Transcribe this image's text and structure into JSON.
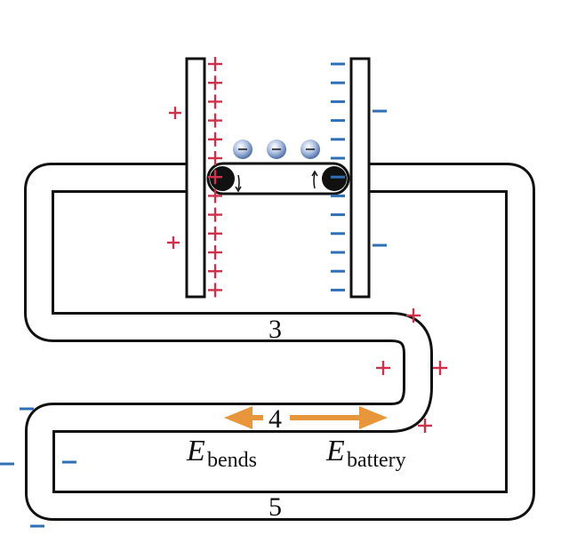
{
  "labels": {
    "section_3": "3",
    "section_4": "4",
    "section_5": "5",
    "e_bends_main": "E",
    "e_bends_sub": "bends",
    "e_battery_main": "E",
    "e_battery_sub": "battery"
  },
  "colors": {
    "wire": "#111111",
    "plate": "#ffffff",
    "positive": "#d0314a",
    "negative": "#2f6fb6",
    "field_arrow": "#e8963c",
    "electron_fill": "#a9bde0"
  },
  "icons": {
    "electron": "electron-icon",
    "roller": "roller-icon",
    "field_arrow": "double-headed-arrow-icon"
  },
  "electron_sign": "−"
}
